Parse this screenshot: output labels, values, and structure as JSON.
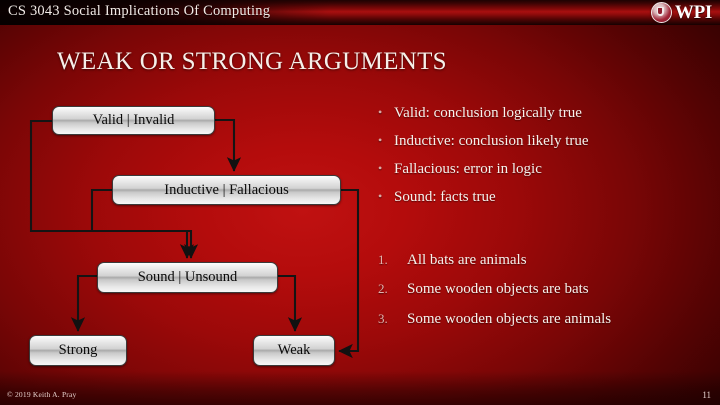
{
  "header": {
    "course_title": "CS 3043 Social Implications Of Computing",
    "logo_text": "WPI",
    "logo_icon": "wpi-seal-icon"
  },
  "title": "WEAK OR STRONG ARGUMENTS",
  "flowchart": {
    "nodes": [
      {
        "id": "valid",
        "label": "Valid | Invalid"
      },
      {
        "id": "inductive",
        "label": "Inductive | Fallacious"
      },
      {
        "id": "sound",
        "label": "Sound | Unsound"
      },
      {
        "id": "strong",
        "label": "Strong"
      },
      {
        "id": "weak",
        "label": "Weak"
      }
    ]
  },
  "bullets": [
    {
      "marker": "•",
      "text": "Valid: conclusion logically true"
    },
    {
      "marker": "•",
      "text": "Inductive: conclusion likely true"
    },
    {
      "marker": "•",
      "text": "Fallacious: error in logic"
    },
    {
      "marker": "•",
      "text": "Sound: facts true"
    }
  ],
  "numbered": [
    {
      "marker": "1.",
      "text": "All bats are animals"
    },
    {
      "marker": "2.",
      "text": "Some wooden objects are bats"
    },
    {
      "marker": "3.",
      "text": "Some wooden objects are animals"
    }
  ],
  "footer": {
    "copyright": "© 2019 Keith A. Pray",
    "page_number": "11"
  }
}
